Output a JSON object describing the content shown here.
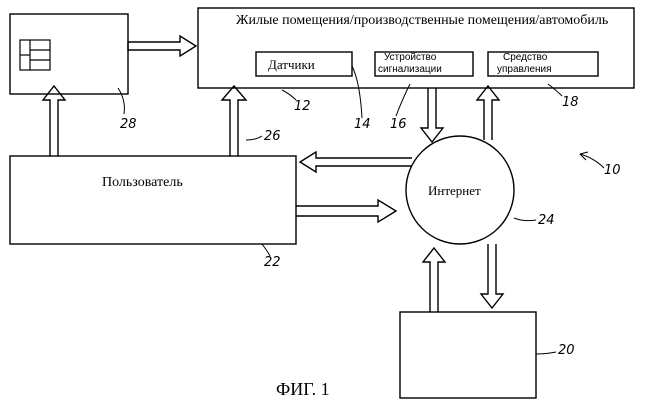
{
  "diagram": {
    "premises_label": "Жилые помещения/производственные помещения/автомобиль",
    "sensors_label": "Датчики",
    "alarm_line1": "Устройство",
    "alarm_line2": "сигнализации",
    "control_line1": "Средство",
    "control_line2": "управления",
    "user_label": "Пользователь",
    "internet_label": "Интернет",
    "figure_caption": "ФИГ. 1",
    "ref_numbers": {
      "system": "10",
      "sensors": "12",
      "sensors_lead": "14",
      "alarm": "16",
      "control": "18",
      "server": "20",
      "user": "22",
      "internet": "24",
      "link": "26",
      "monitor": "28"
    }
  }
}
